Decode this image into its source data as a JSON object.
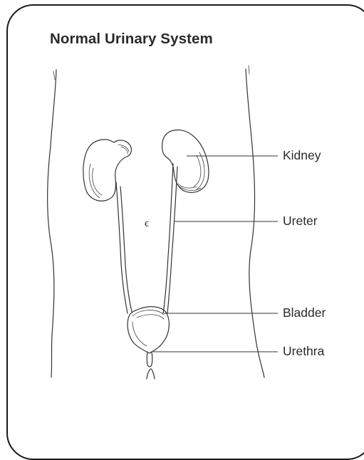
{
  "title": "Normal Urinary System",
  "labels": {
    "kidney": "Kidney",
    "ureter": "Ureter",
    "bladder": "Bladder",
    "urethra": "Urethra"
  },
  "colors": {
    "ink": "#333333",
    "background": "#ffffff"
  }
}
